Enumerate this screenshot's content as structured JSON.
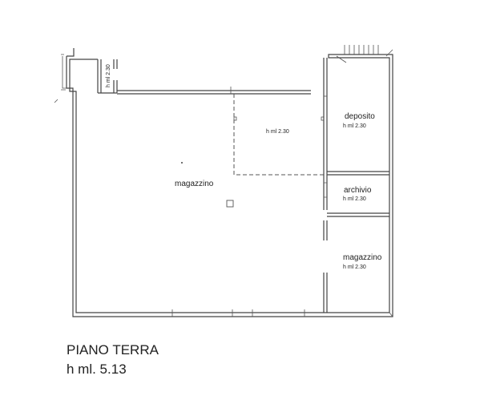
{
  "rooms": {
    "magazzino_main": {
      "name": "magazzino"
    },
    "mezzanine": {
      "height": "h ml 2.30"
    },
    "small_room": {
      "height": "h ml 2.30"
    },
    "deposito": {
      "name": "deposito",
      "height": "h ml 2.30"
    },
    "archivio": {
      "name": "archivio",
      "height": "h ml 2.30"
    },
    "magazzino_right": {
      "name": "magazzino",
      "height": "h ml 2.30"
    }
  },
  "title": {
    "floor": "PIANO TERRA",
    "height": "h ml. 5.13"
  },
  "colors": {
    "wall": "#444444",
    "text": "#222222",
    "background": "#ffffff"
  }
}
